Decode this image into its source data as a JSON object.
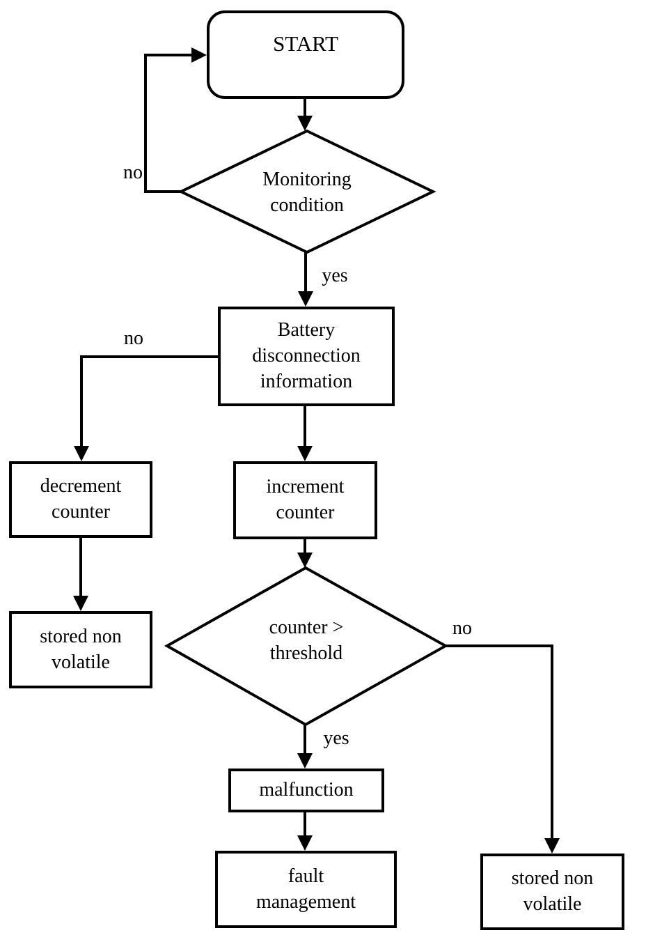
{
  "diagram_type": "flowchart",
  "nodes": {
    "start": {
      "label": "START",
      "shape": "rounded-rect"
    },
    "monitoring": {
      "label": "Monitoring condition",
      "shape": "diamond"
    },
    "battery": {
      "label": "Battery disconnection information",
      "shape": "rect"
    },
    "decrement": {
      "label": "decrement counter",
      "shape": "rect"
    },
    "stored_left": {
      "label": "stored non volatile",
      "shape": "rect"
    },
    "increment": {
      "label": "increment counter",
      "shape": "rect"
    },
    "threshold": {
      "label": "counter > threshold",
      "shape": "diamond"
    },
    "malfunction": {
      "label": "malfunction",
      "shape": "rect"
    },
    "fault": {
      "label": "fault management",
      "shape": "rect"
    },
    "stored_right": {
      "label": "stored non volatile",
      "shape": "rect"
    }
  },
  "edge_labels": {
    "monitoring_no": "no",
    "monitoring_yes": "yes",
    "battery_no": "no",
    "threshold_no": "no",
    "threshold_yes": "yes"
  },
  "edges": [
    {
      "from": "start",
      "to": "monitoring",
      "label": ""
    },
    {
      "from": "monitoring",
      "to": "start",
      "label": "no"
    },
    {
      "from": "monitoring",
      "to": "battery",
      "label": "yes"
    },
    {
      "from": "battery",
      "to": "decrement",
      "label": "no"
    },
    {
      "from": "battery",
      "to": "increment",
      "label": ""
    },
    {
      "from": "decrement",
      "to": "stored_left",
      "label": ""
    },
    {
      "from": "increment",
      "to": "threshold",
      "label": ""
    },
    {
      "from": "threshold",
      "to": "malfunction",
      "label": "yes"
    },
    {
      "from": "threshold",
      "to": "stored_right",
      "label": "no"
    },
    {
      "from": "malfunction",
      "to": "fault",
      "label": ""
    }
  ],
  "colors": {
    "stroke": "#000000",
    "background": "#ffffff",
    "text": "#000000"
  }
}
